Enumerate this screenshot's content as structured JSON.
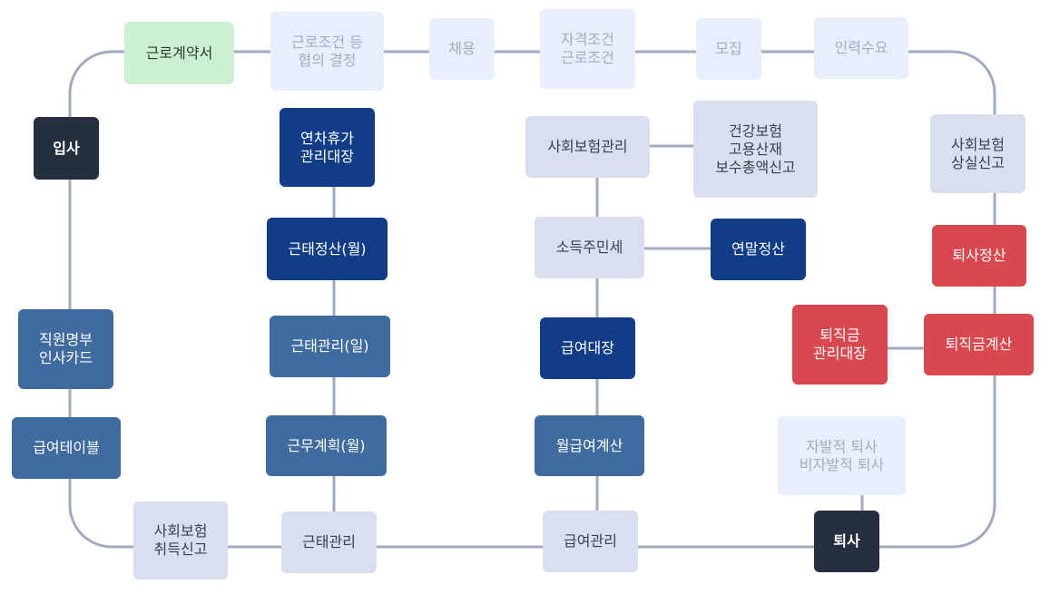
{
  "colors": {
    "line": "#a2aac0",
    "pale": "#e8eefb",
    "light": "#d9dfee",
    "green": "#cbf1d2",
    "dark": "#262f3f",
    "navy": "#103d85",
    "mid": "#3f6b9e",
    "red": "#d8494f"
  },
  "nodes": {
    "labor_contract": "근로계약서",
    "labor_terms_negotiation": "근로조건 등\n협의 결정",
    "hiring": "채용",
    "qualifications": "자격조건\n근로조건",
    "recruitment": "모집",
    "manpower_demand": "인력수요",
    "join": "입사",
    "employee_register": "직원명부\n인사카드",
    "salary_table": "급여테이블",
    "social_ins_acquisition": "사회보험\n취득신고",
    "attendance_management": "근태관리",
    "work_plan_monthly": "근무계획(월)",
    "attendance_daily": "근태관리(일)",
    "attendance_settle_monthly": "근태정산(월)",
    "annual_leave_register": "연차휴가\n관리대장",
    "payroll_management": "급여관리",
    "monthly_payroll_calc": "월급여계산",
    "payroll_register": "급여대장",
    "income_resident_tax": "소득주민세",
    "year_end_settlement": "연말정산",
    "social_ins_management": "사회보험관리",
    "health_employment_report": "건강보험\n고용산재\n보수총액신고",
    "social_ins_loss": "사회보험\n상실신고",
    "resignation_settlement": "퇴사정산",
    "severance_calc": "퇴직금계산",
    "severance_register": "퇴직금\n관리대장",
    "resignation_types": "자발적 퇴사\n비자발적 퇴사",
    "resignation": "퇴사"
  }
}
